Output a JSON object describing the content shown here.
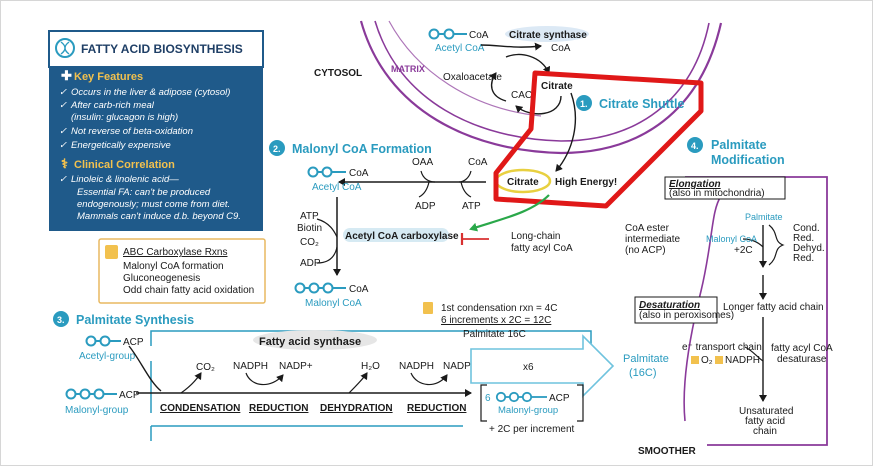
{
  "colors": {
    "teal": "#2a9bbf",
    "navy_panel": "#1f5a8a",
    "gold": "#f2c14e",
    "purple": "#8a3a9a",
    "red_annotation": "#e01818",
    "green_arrow": "#2aa84a",
    "inhibit_red": "#d83030",
    "yellow_highlight": "#f5e88a"
  },
  "sidebar": {
    "title": "FATTY ACID BIOSYNTHESIS",
    "key_features_title": "Key Features",
    "key_features": [
      "Occurs in the liver & adipose (cytosol)",
      "After carb-rich meal",
      "(insulin: glucagon is high)",
      "Not reverse of beta-oxidation",
      "Energetically expensive"
    ],
    "clinical_title": "Clinical Correlation",
    "clinical": [
      "Linoleic & linolenic acid—",
      "Essential FA: can't be produced",
      "endogenously; must come from diet.",
      "Mammals can't induce d.b. beyond C9."
    ]
  },
  "abc_box": {
    "title": "ABC Carboxylase Rxns",
    "items": [
      "Malonyl CoA formation",
      "Gluconeogenesis",
      "Odd chain fatty acid oxidation"
    ]
  },
  "regions": {
    "cytosol": "CYTOSOL",
    "matrix": "MATRIX"
  },
  "section1": {
    "number": "1.",
    "title": "Citrate Shuttle",
    "coa": "CoA",
    "acetyl_coa": "Acetyl CoA",
    "enzyme": "Citrate synthase",
    "coa2": "CoA",
    "oxaloacetate": "Oxaloacetate",
    "citrate": "Citrate",
    "cac": "CAC",
    "citrate_cyto": "Citrate",
    "high_energy": "High Energy!"
  },
  "section2": {
    "number": "2.",
    "title": "Malonyl CoA Formation",
    "oaa": "OAA",
    "coa": "CoA",
    "adp": "ADP",
    "atp": "ATP",
    "coa_label": "CoA",
    "acetyl_coa": "Acetyl CoA",
    "cofactors": [
      "ATP",
      "Biotin",
      "CO₂",
      "ADP"
    ],
    "enzyme": "Acetyl CoA carboxylase",
    "inhibitor_1": "Long-chain",
    "inhibitor_2": "fatty acyl CoA",
    "product_coa": "CoA",
    "product": "Malonyl CoA"
  },
  "section3": {
    "number": "3.",
    "title": "Palmitate Synthesis",
    "acetyl_group": "Acetyl-group",
    "malonyl_group": "Malonyl-group",
    "acp": "ACP",
    "acp2": "ACP",
    "enzyme": "Fatty acid synthase",
    "co2": "CO₂",
    "nadph_1": "NADPH",
    "nadp_1": "NADP+",
    "h2o": "H₂O",
    "nadph_2": "NADPH",
    "nadp_2": "NADP+",
    "steps": [
      "CONDENSATION",
      "REDUCTION",
      "DEHYDRATION",
      "REDUCTION"
    ],
    "note_1": "1st condensation rxn = 4C",
    "note_2": "6 increments x 2C = 12C",
    "note_3": "Palmitate 16C",
    "times": "x6",
    "repeat_num": "6",
    "repeat_acp": "ACP",
    "repeat_malonyl": "Malonyl-group",
    "repeat_note": "+ 2C per increment",
    "product_1": "Palmitate",
    "product_2": "(16C)"
  },
  "section4": {
    "number": "4.",
    "title_1": "Palmitate",
    "title_2": "Modification",
    "elongation_1": "Elongation",
    "elongation_2": "(also in mitochondria)",
    "palmitate": "Palmitate",
    "malonyl_coa": "Malonyl CoA",
    "plus_2c": "+2C",
    "coa_ester": [
      "CoA ester",
      "intermediate",
      "(no ACP)"
    ],
    "steps": [
      "Cond.",
      "Red.",
      "Dehyd.",
      "Red."
    ],
    "longer": "Longer fatty acid chain",
    "desaturation_1": "Desaturation",
    "desaturation_2": "(also in peroxisomes)",
    "transport": "e⁻ transport chain",
    "o2": "O₂",
    "nadph": "NADPH",
    "desaturase": [
      "fatty acyl CoA",
      "desaturase"
    ],
    "unsaturated": [
      "Unsaturated",
      "fatty acid",
      "chain"
    ]
  },
  "signature": "SMOOTHER"
}
